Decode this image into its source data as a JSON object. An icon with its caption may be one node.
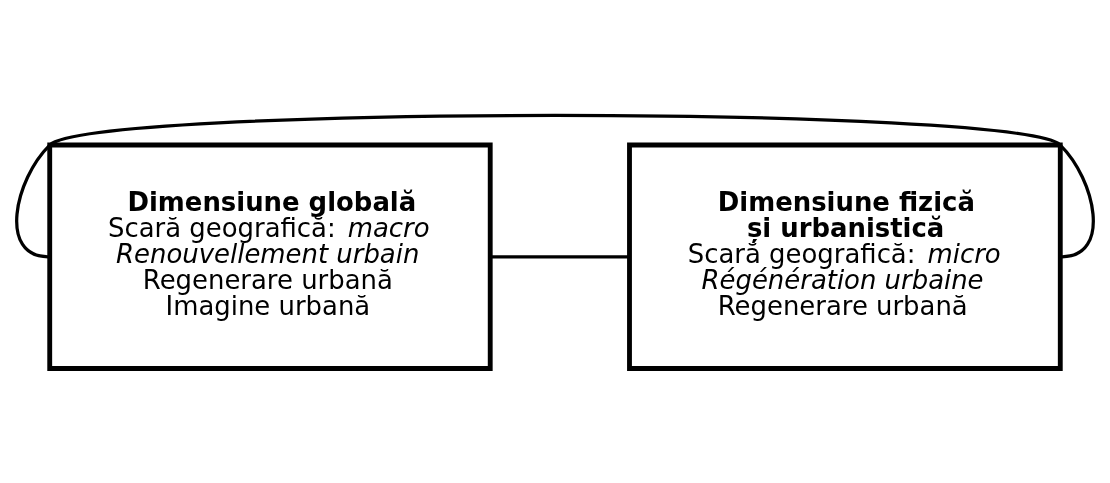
{
  "diagram": {
    "nodes": [
      {
        "text": [
          "Dimensiune globală",
          "Scară geografică: *macro*",
          "Renouvellement urbain",
          "Regenerare urbană",
          "Imagine urbană"
        ]
      },
      {
        "text": [
          "Dimensiune fizică și urbanistică",
          "Scară geografică: *micro*",
          "Régénération urbaine",
          "Regenerare urbană"
        ]
      }
    ],
    "edges": [
      {
        "from": 0,
        "to": 1,
        "arrow": "none"
      },
      {
        "from": 0,
        "to": 1,
        "arrow": "none"
      }
    ]
  }
}
